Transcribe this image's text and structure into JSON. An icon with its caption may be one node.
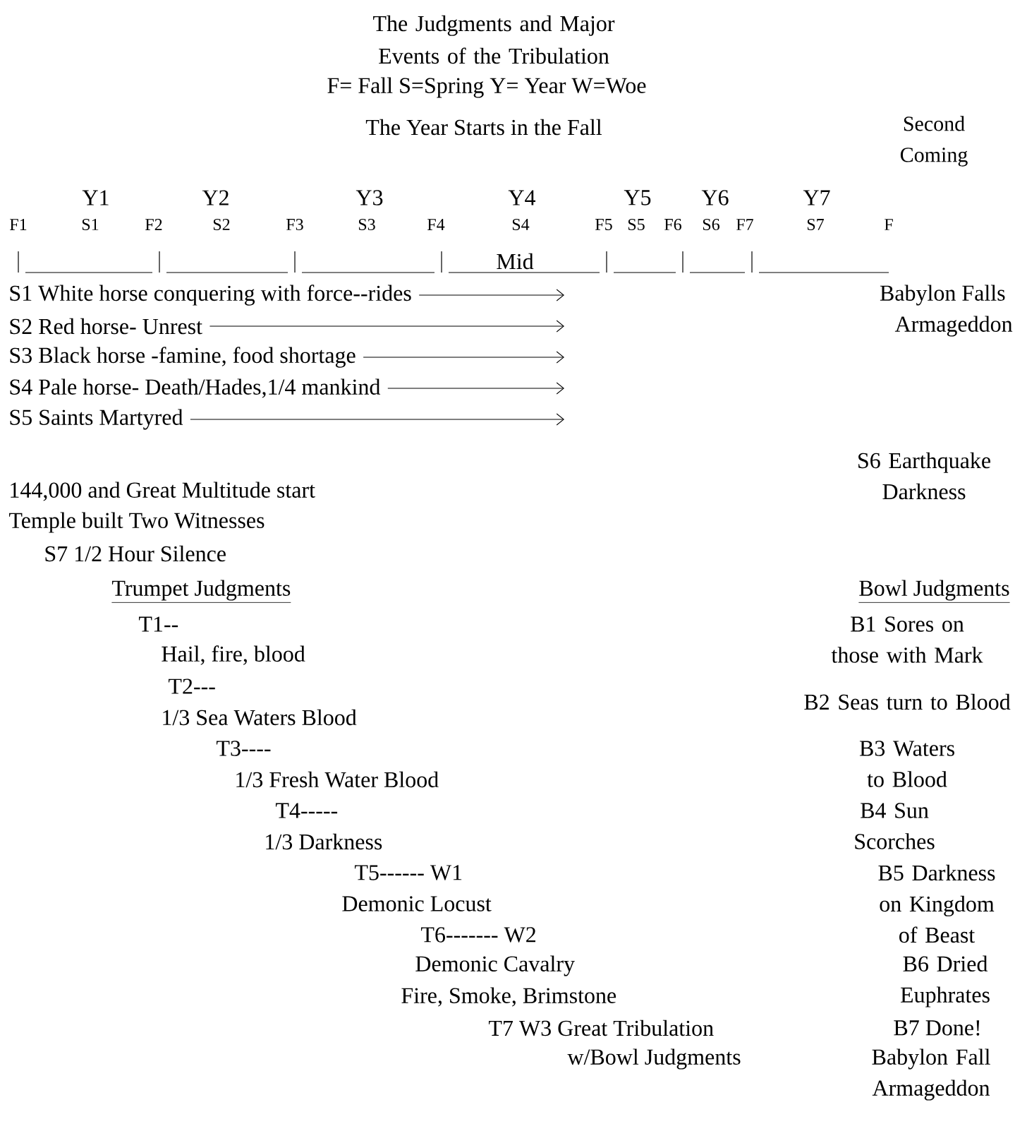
{
  "diagram": {
    "title": "The Judgments and Major Events of the Tribulation",
    "labels": [
      "F= Fall S=Spring Y= Year W=Woe",
      "The Year Starts in the Fall",
      "Second Coming",
      "Y1",
      "Y2",
      "Y3",
      "Y4",
      "Y5",
      "Y6",
      "Y7",
      "F1",
      "S1",
      "F2",
      "S2",
      "F3",
      "S3",
      "F4",
      "S4",
      "F5",
      "S5",
      "F6",
      "S6",
      "F7",
      "S7",
      "F",
      "Mid",
      "S1 White horse conquering with force--rides",
      "Babylon Falls",
      "S2 Red horse- Unrest",
      "Armageddon",
      "S3 Black horse -famine, food shortage",
      "S4 Pale horse- Death/Hades,1/4 mankind",
      "S5 Saints Martyred",
      "S6 Earthquake Darkness",
      "144,000 and Great Multitude start",
      "Temple built Two Witnesses",
      "S7 1/2 Hour Silence",
      "Trumpet Judgments",
      "Bowl Judgments",
      "T1--",
      "B1 Sores on those with Mark",
      "Hail, fire, blood",
      "T2---",
      "B2 Seas turn to Blood",
      "1/3 Sea Waters Blood",
      "T3----",
      "B3 Waters to Blood",
      "1/3 Fresh Water Blood",
      "T4-----",
      "B4 Sun Scorches",
      "1/3 Darkness",
      "T5------ W1",
      "B5 Darkness on Kingdom of Beast",
      "Demonic Locust",
      "T6------- W2",
      "Demonic Cavalry",
      "B6 Dried Euphrates",
      "Fire, Smoke, Brimstone",
      "T7 W3 Great Tribulation",
      "B7 Done!",
      "w/Bowl Judgments",
      "Babylon Fall Armageddon"
    ]
  }
}
